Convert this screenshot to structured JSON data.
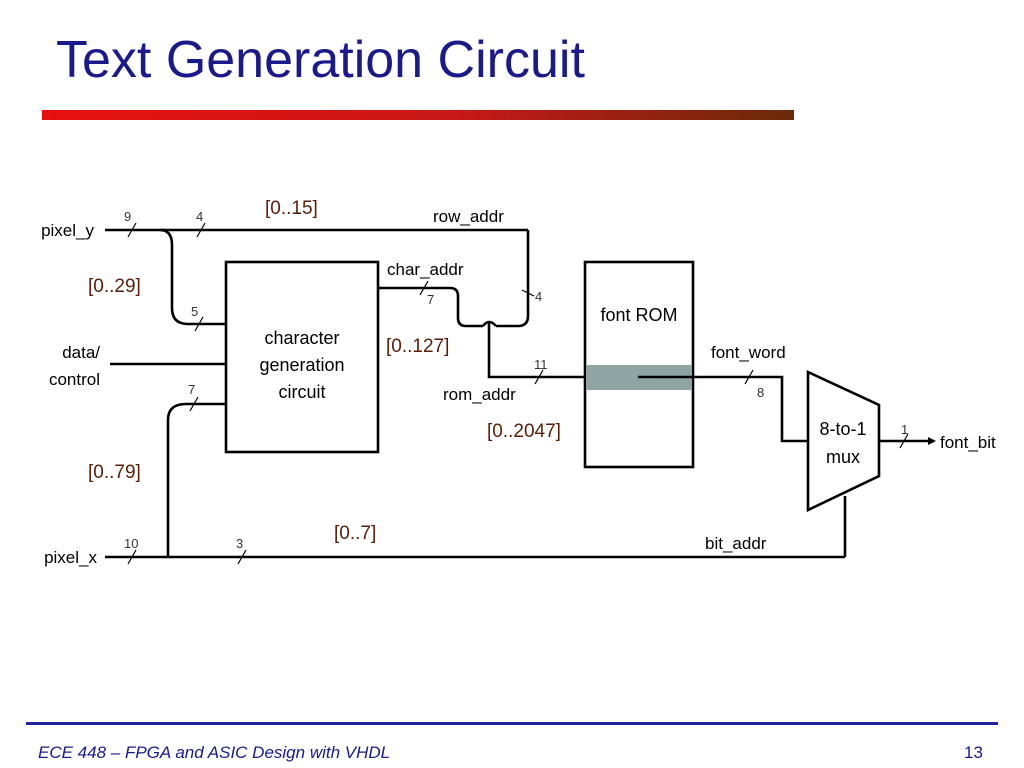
{
  "slide": {
    "title": "Text Generation Circuit",
    "footer": "ECE 448 – FPGA and ASIC Design with VHDL",
    "page_number": "13"
  },
  "diagram": {
    "blocks": {
      "char_gen": [
        "character",
        "generation",
        "circuit"
      ],
      "font_rom": "font ROM",
      "mux": [
        "8-to-1",
        "mux"
      ]
    },
    "signals": {
      "pixel_y": "pixel_y",
      "pixel_x": "pixel_x",
      "data_control": [
        "data/",
        "control"
      ],
      "row_addr": "row_addr",
      "char_addr": "char_addr",
      "rom_addr": "rom_addr",
      "font_word": "font_word",
      "font_bit": "font_bit",
      "bit_addr": "bit_addr"
    },
    "bus_widths": {
      "pixel_y": "9",
      "row_addr": "4",
      "row_addr_in": "4",
      "pixel_y_char": "5",
      "char_addr": "7",
      "pixel_x_char": "7",
      "rom_addr": "11",
      "font_word": "8",
      "font_bit": "1",
      "pixel_x": "10",
      "bit_addr": "3"
    },
    "ranges": {
      "row": "[0..15]",
      "y_char": "[0..29]",
      "char_addr": "[0..127]",
      "rom_addr": "[0..2047]",
      "x_char": "[0..79]",
      "bit": "[0..7]"
    },
    "colors": {
      "title": "#1a1a8c",
      "range_text": "#5a1e08",
      "rom_highlight": "#8fa5a3"
    }
  }
}
